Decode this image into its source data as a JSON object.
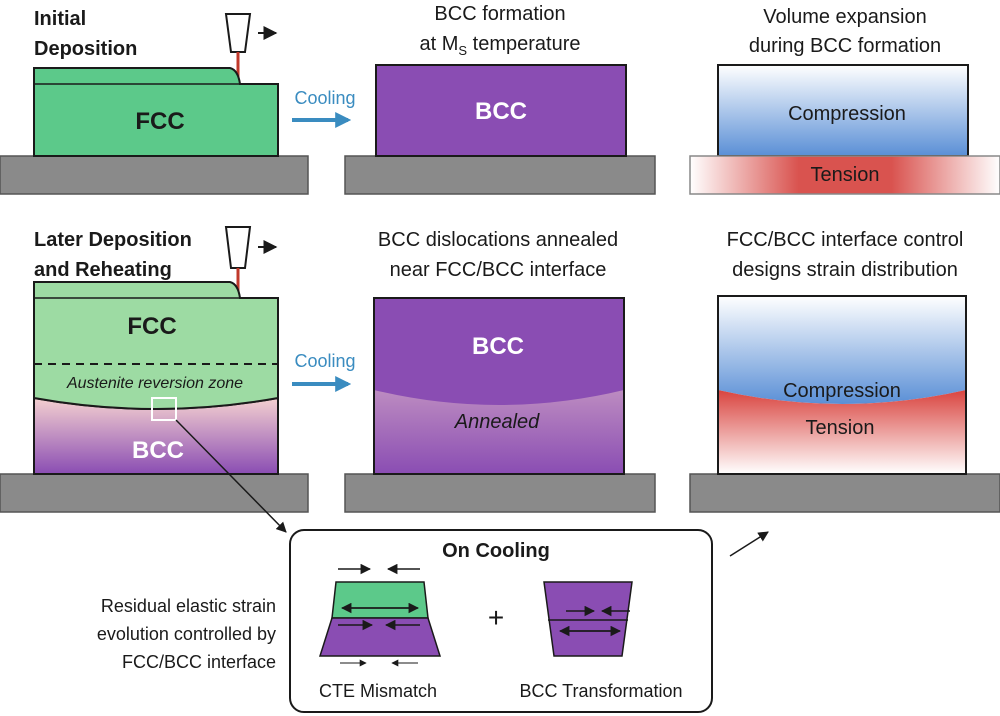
{
  "row1": {
    "title_line1": "Initial",
    "title_line2": "Deposition",
    "fcc_label": "FCC",
    "cooling_label": "Cooling",
    "panel2_title_line1": "BCC formation",
    "panel2_title_line2_pre": "at M",
    "panel2_title_line2_sub": "S",
    "panel2_title_line2_post": " temperature",
    "bcc_label": "BCC",
    "panel3_title_line1": "Volume expansion",
    "panel3_title_line2": "during BCC formation",
    "compression_label": "Compression",
    "tension_label": "Tension"
  },
  "row2": {
    "title_line1": "Later Deposition",
    "title_line2": "and Reheating",
    "fcc_label": "FCC",
    "reversion_label": "Austenite reversion zone",
    "bcc_label": "BCC",
    "cooling_label": "Cooling",
    "panel2_title_line1": "BCC dislocations annealed",
    "panel2_title_line2": "near FCC/BCC interface",
    "bcc_label_2": "BCC",
    "annealed_label": "Annealed",
    "panel3_title_line1": "FCC/BCC interface control",
    "panel3_title_line2": "designs strain distribution",
    "compression_label": "Compression",
    "tension_label": "Tension"
  },
  "inset": {
    "title": "On Cooling",
    "plus": "+",
    "cte_label": "CTE Mismatch",
    "bcc_transform_label": "BCC Transformation"
  },
  "side_note": {
    "line1": "Residual elastic strain",
    "line2": "evolution controlled by",
    "line3": "FCC/BCC interface"
  },
  "colors": {
    "fcc_green": "#5cc98a",
    "fcc_light": "#9ddba3",
    "bcc_purple": "#8a4db3",
    "substrate": "#8a8a8a",
    "cooling_blue": "#3a8cc0",
    "nozzle_red": "#c0392b"
  }
}
